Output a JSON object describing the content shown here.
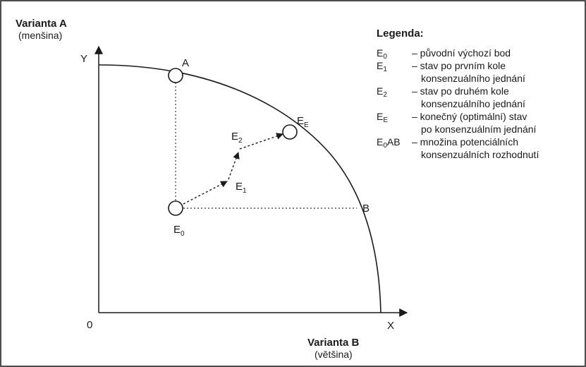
{
  "axes": {
    "y_title": "Varianta A",
    "y_subtitle": "(menšina)",
    "y_label": "Y",
    "x_title": "Varianta B",
    "x_subtitle": "(většina)",
    "x_label": "X",
    "origin_label": "0"
  },
  "points": {
    "A": "A",
    "B": "B",
    "E0": {
      "base": "E",
      "sub": "0"
    },
    "E1": {
      "base": "E",
      "sub": "1"
    },
    "E2": {
      "base": "E",
      "sub": "2"
    },
    "EE": {
      "base": "E",
      "sub": "E"
    }
  },
  "legend": {
    "title": "Legenda:",
    "items": [
      {
        "base": "E",
        "sub": "0",
        "suffix": "",
        "lines": [
          "– původní výchozí bod"
        ]
      },
      {
        "base": "E",
        "sub": "1",
        "suffix": "",
        "lines": [
          "– stav po prvním kole",
          "konsenzuálního jednání"
        ]
      },
      {
        "base": "E",
        "sub": "2",
        "suffix": "",
        "lines": [
          "– stav po druhém kole",
          "konsenzuálního jednání"
        ]
      },
      {
        "base": "E",
        "sub": "E",
        "suffix": "",
        "lines": [
          "– konečný (optimální) stav",
          "po konsenzuálním jednání"
        ]
      },
      {
        "base": "E",
        "sub": "0",
        "suffix": "AB",
        "lines": [
          "– množina potenciálních",
          "konsenzuálních rozhodnutí"
        ]
      }
    ]
  },
  "colors": {
    "ink": "#1a1a1a",
    "border": "#222222",
    "background": "#ffffff"
  }
}
